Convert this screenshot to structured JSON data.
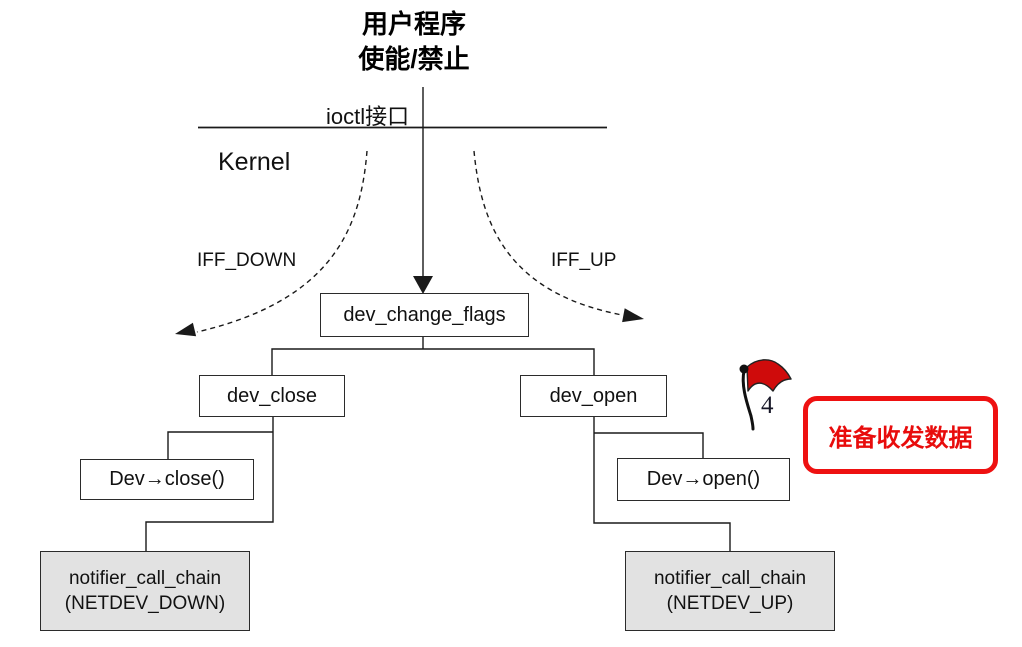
{
  "header": {
    "title_line1": "用户程序",
    "title_line2": "使能/禁止"
  },
  "labels": {
    "ioctl": "ioctl接口",
    "kernel": "Kernel",
    "iff_down": "IFF_DOWN",
    "iff_up": "IFF_UP"
  },
  "nodes": {
    "dev_change_flags": "dev_change_flags",
    "dev_close": "dev_close",
    "dev_open": "dev_open",
    "dev_close_fn": "Dev→close()",
    "dev_open_fn": "Dev→open()",
    "notifier_down_line1": "notifier_call_chain",
    "notifier_down_line2": "(NETDEV_DOWN)",
    "notifier_up_line1": "notifier_call_chain",
    "notifier_up_line2": "(NETDEV_UP)"
  },
  "flag": {
    "icon": "red-flag-icon",
    "number": "4"
  },
  "annotation": {
    "text": "准备收发数据"
  },
  "colors": {
    "line": "#1a1a1a",
    "box_border": "#2b2b2b",
    "box_fill": "#ffffff",
    "box_fill_gray": "#e2e2e2",
    "accent_red": "#ee1111",
    "flag_red": "#cf0b0b",
    "text_red": "#e80c0c",
    "text": "#111111"
  }
}
